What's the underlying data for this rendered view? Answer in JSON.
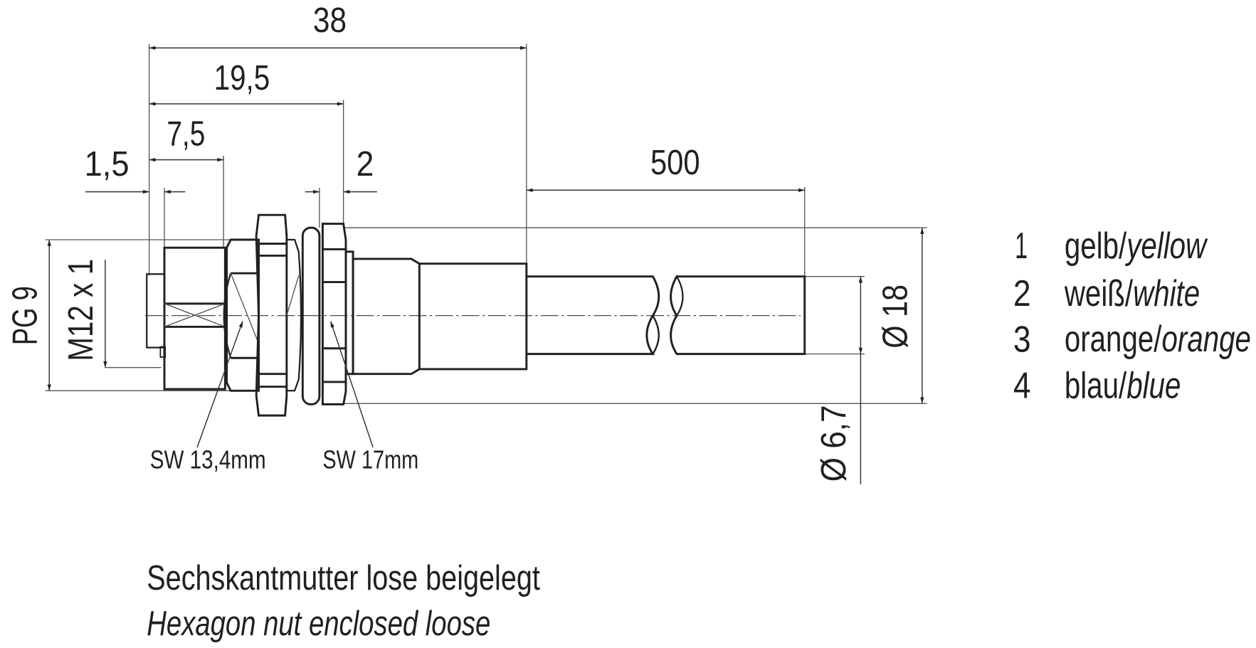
{
  "dimensions": {
    "overall_length": "38",
    "to_second_nut": "19,5",
    "front_body": "7,5",
    "front_tab": "1,5",
    "nut_thickness": "2",
    "cable_length": "500",
    "outer_diameter": "Ø 18",
    "cable_diameter": "Ø 6,7",
    "thread_pg": "PG 9",
    "thread_metric": "M12 x 1"
  },
  "wrench_labels": {
    "small_nut": "SW 13,4mm",
    "large_nut": "SW 17mm"
  },
  "wire_colors": [
    {
      "pin": "1",
      "de": "gelb/",
      "en": "yellow"
    },
    {
      "pin": "2",
      "de": "weiß/",
      "en": "white"
    },
    {
      "pin": "3",
      "de": "orange/",
      "en": "orange"
    },
    {
      "pin": "4",
      "de": "blau/",
      "en": "blue"
    }
  ],
  "note": {
    "de": "Sechskantmutter lose beigelegt",
    "en": "Hexagon nut enclosed loose"
  }
}
